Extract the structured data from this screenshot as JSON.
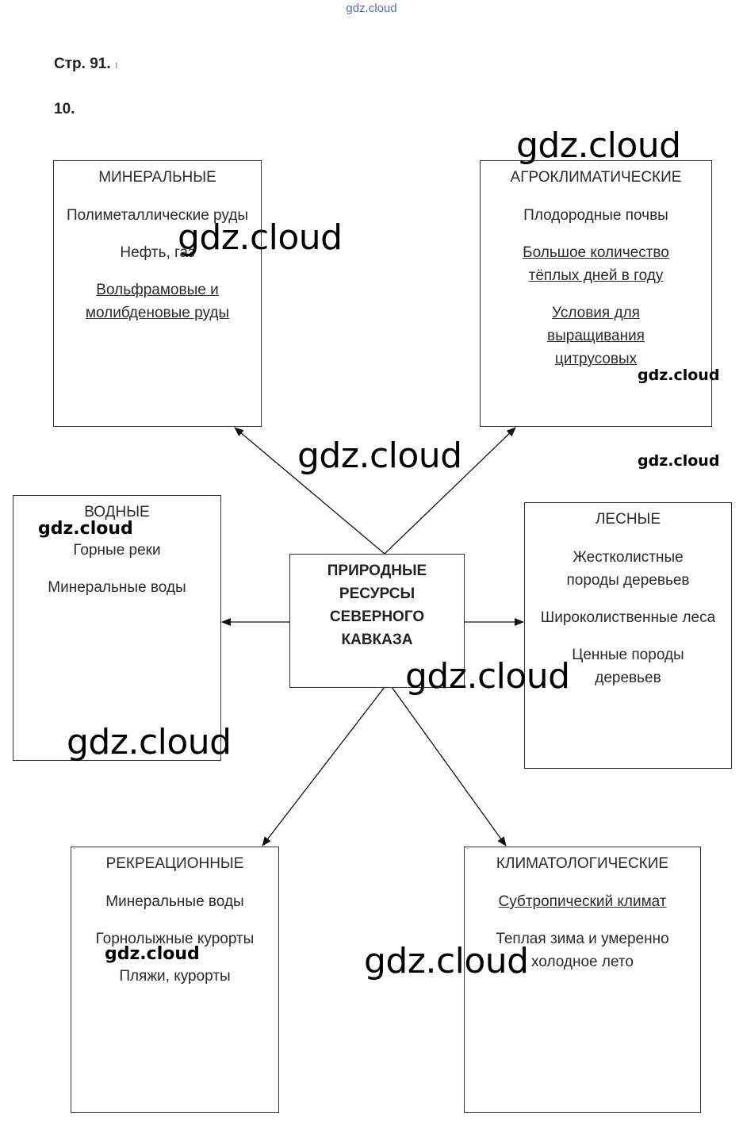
{
  "top_link": "gdz.cloud",
  "page_ref": "Стр. 91.",
  "page_mark": "ı",
  "task_number": "10.",
  "center": {
    "lines": [
      "ПРИРОДНЫЕ",
      "РЕСУРСЫ",
      "СЕВЕРНОГО",
      "КАВКАЗА"
    ]
  },
  "boxes": {
    "mineral": {
      "title": "МИНЕРАЛЬНЫЕ",
      "items": [
        "Полиметаллические руды",
        "Нефть, газ",
        "Вольфрамовые и молибденовые руды"
      ]
    },
    "agro": {
      "title": "АГРОКЛИМАТИЧЕСКИЕ",
      "items": [
        "Плодородные почвы",
        "Большое количество тёплых дней в году",
        "Условия для выращивания цитрусовых"
      ]
    },
    "water": {
      "title": "ВОДНЫЕ",
      "items": [
        "Горные реки",
        "Минеральные воды"
      ]
    },
    "forest": {
      "title": "ЛЕСНЫЕ",
      "items": [
        "Жестколистные породы деревьев",
        "Широколиственные леса",
        "Ценные породы деревьев"
      ]
    },
    "recreation": {
      "title": "РЕКРЕАЦИОННЫЕ",
      "items": [
        "Минеральные воды",
        "Горнолыжные курорты",
        "Пляжи, курорты"
      ]
    },
    "climate": {
      "title": "КЛИМАТОЛОГИЧЕСКИЕ",
      "items": [
        "Субтропический климат",
        "Теплая зима и умеренно холодное лето"
      ]
    }
  },
  "watermark": "gdz.cloud"
}
